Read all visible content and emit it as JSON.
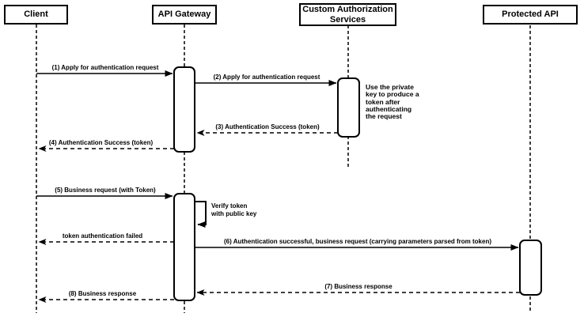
{
  "diagram_type": "uml-sequence",
  "actors": [
    {
      "id": "client",
      "label": "Client"
    },
    {
      "id": "api-gateway",
      "label": "API Gateway"
    },
    {
      "id": "custom-authorization-services",
      "label": "Custom Authorization Services"
    },
    {
      "id": "protected-api",
      "label": "Protected API"
    }
  ],
  "messages": [
    {
      "seq": "1",
      "label": "(1) Apply for authentication request",
      "from": "Client",
      "to": "API Gateway",
      "line": "solid"
    },
    {
      "seq": "2",
      "label": "(2) Apply for authentication request",
      "from": "API Gateway",
      "to": "Custom Authorization Services",
      "line": "solid"
    },
    {
      "seq": "3",
      "label": "(3) Authentication Success (token)",
      "from": "Custom Authorization Services",
      "to": "API Gateway",
      "line": "dashed"
    },
    {
      "seq": "4",
      "label": "(4) Authentication Success (token)",
      "from": "API Gateway",
      "to": "Client",
      "line": "dashed"
    },
    {
      "seq": "5",
      "label": "(5) Business request (with Token)",
      "from": "Client",
      "to": "API Gateway",
      "line": "solid"
    },
    {
      "seq": "",
      "label": "token authentication failed",
      "from": "API Gateway",
      "to": "Client",
      "line": "dashed"
    },
    {
      "seq": "6",
      "label": "(6) Authentication successful, business request (carrying parameters parsed from token)",
      "from": "API Gateway",
      "to": "Protected API",
      "line": "solid"
    },
    {
      "seq": "7",
      "label": "(7) Business response",
      "from": "Protected API",
      "to": "API Gateway",
      "line": "dashed"
    },
    {
      "seq": "8",
      "label": "(8) Business response",
      "from": "API Gateway",
      "to": "Client",
      "line": "dashed"
    }
  ],
  "self_message": {
    "label": "Verify token\nwith public key",
    "actor": "API Gateway"
  },
  "note": {
    "text": "Use the private\nkey to produce a\ntoken after\nauthenticating\nthe request",
    "attached_to": "Custom Authorization Services"
  },
  "colors": {
    "stroke": "#000000",
    "fill": "#ffffff"
  }
}
